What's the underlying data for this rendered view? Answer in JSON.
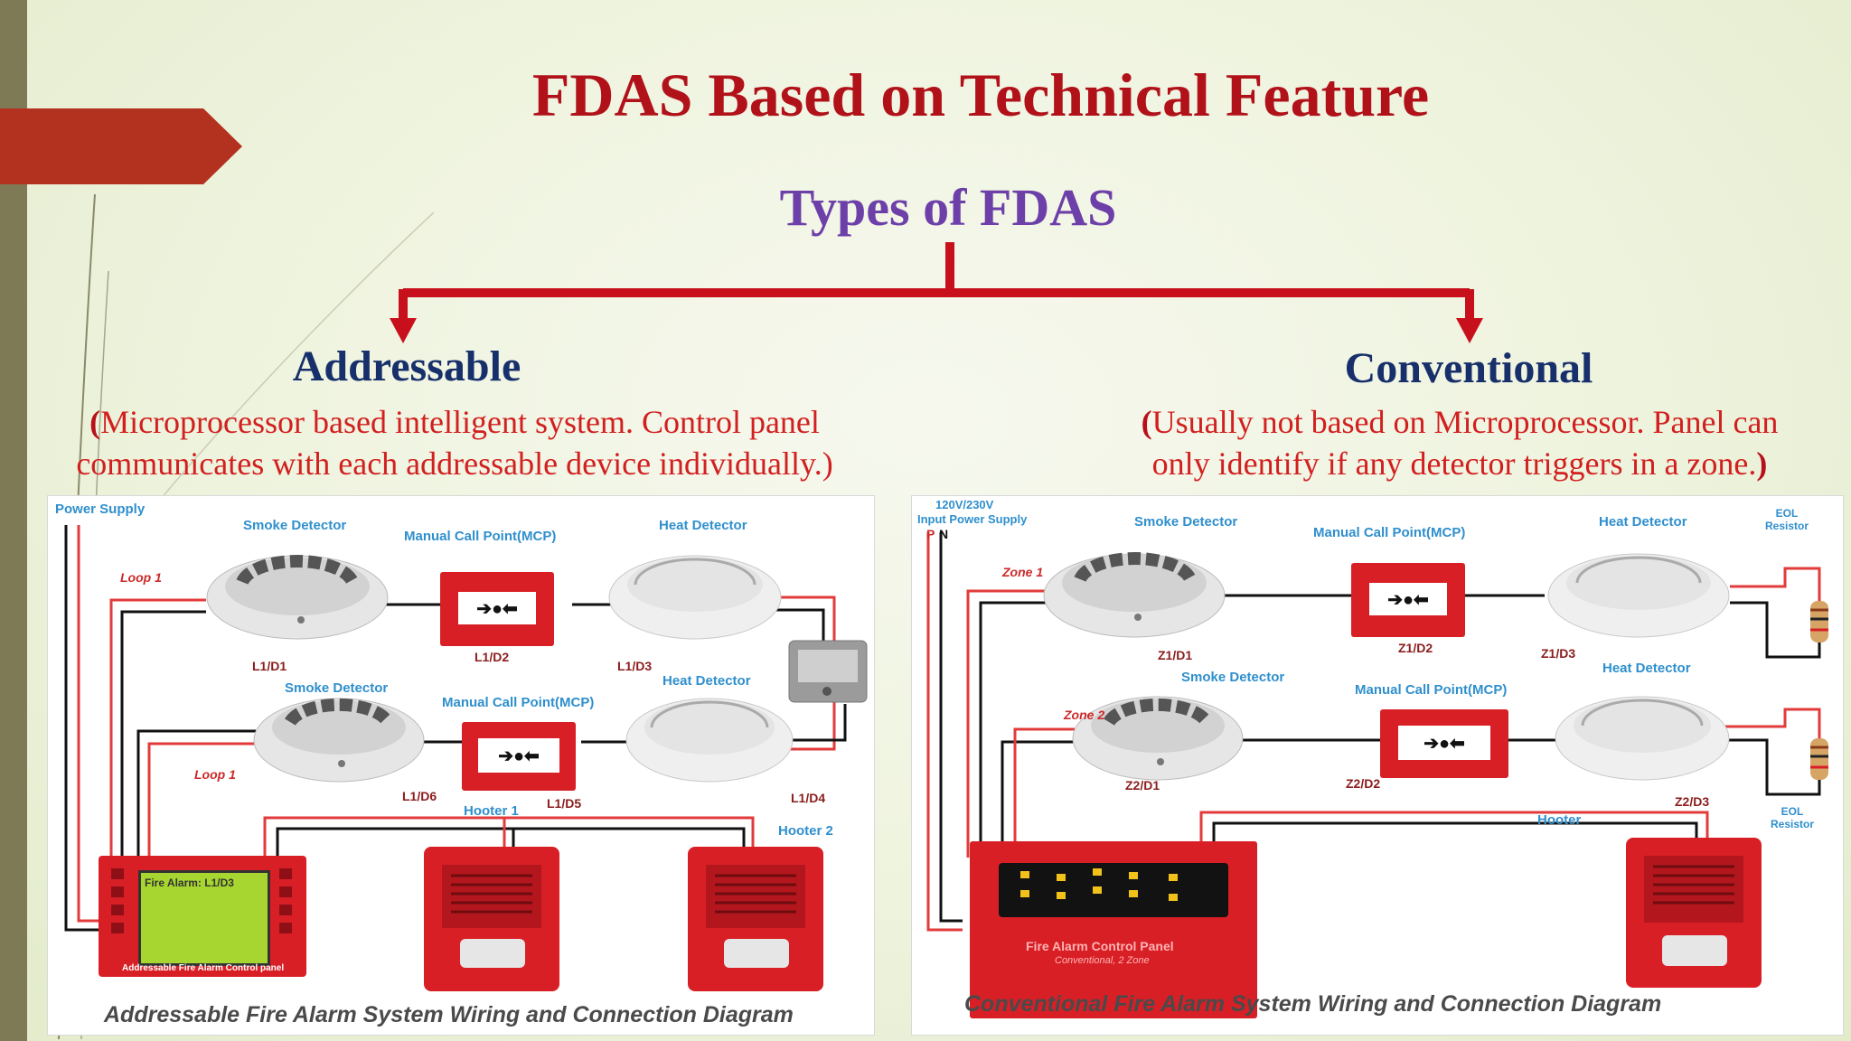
{
  "slide": {
    "title": "FDAS Based on Technical Feature",
    "subtitle": "Types of FDAS"
  },
  "branches": {
    "addressable": {
      "title": "Addressable",
      "open_paren": "(",
      "description": "Microprocessor based intelligent system. Control panel communicates with each addressable device individually.)"
    },
    "conventional": {
      "title": "Conventional",
      "open_paren": "(",
      "description_line1": "Usually not based on Microprocessor. Panel can",
      "description_line2": "only identify if any detector triggers in a zone.",
      "close_paren": ")"
    }
  },
  "addressable_diagram": {
    "power_supply": "Power Supply",
    "loop1_top": "Loop 1",
    "loop1_bottom": "Loop 1",
    "smoke_detector_1": "Smoke Detector",
    "mcp_1": "Manual Call Point(MCP)",
    "heat_detector_1": "Heat Detector",
    "smoke_detector_2": "Smoke Detector",
    "mcp_2": "Manual Call Point(MCP)",
    "heat_detector_2": "Heat Detector",
    "id_d1": "L1/D1",
    "id_d2": "L1/D2",
    "id_d3": "L1/D3",
    "id_d4": "L1/D4",
    "id_d5": "L1/D5",
    "id_d6": "L1/D6",
    "hooter1": "Hooter 1",
    "hooter2": "Hooter 2",
    "panel_screen": "Fire Alarm: L1/D3",
    "panel_name": "Addressable Fire Alarm Control panel",
    "caption": "Addressable Fire Alarm System Wiring and Connection Diagram"
  },
  "conventional_diagram": {
    "power_supply_line1": "120V/230V",
    "power_supply_line2": "Input Power Supply",
    "phase_p": "P",
    "phase_n": "N",
    "zone1": "Zone 1",
    "zone2": "Zone 2",
    "smoke_detector_1": "Smoke Detector",
    "mcp_1": "Manual Call Point(MCP)",
    "heat_detector_1": "Heat Detector",
    "smoke_detector_2": "Smoke Detector",
    "mcp_2": "Manual Call Point(MCP)",
    "heat_detector_2": "Heat Detector",
    "eol_top_line1": "EOL",
    "eol_top_line2": "Resistor",
    "eol_bottom_line1": "EOL",
    "eol_bottom_line2": "Resistor",
    "id_z1d1": "Z1/D1",
    "id_z1d2": "Z1/D2",
    "id_z1d3": "Z1/D3",
    "id_z2d1": "Z2/D1",
    "id_z2d2": "Z2/D2",
    "id_z2d3": "Z2/D3",
    "hooter": "Hooter",
    "panel_name": "Fire Alarm Control Panel",
    "panel_sub": "Conventional, 2 Zone",
    "caption": "Conventional Fire Alarm System Wiring and Connection Diagram"
  },
  "colors": {
    "title": "#b1121a",
    "subtitle": "#6d3fa8",
    "branch_title": "#17306b",
    "description": "#d21f1f",
    "arrows": "#c8101c",
    "wire_red": "#e23b3b",
    "wire_black": "#111111"
  }
}
